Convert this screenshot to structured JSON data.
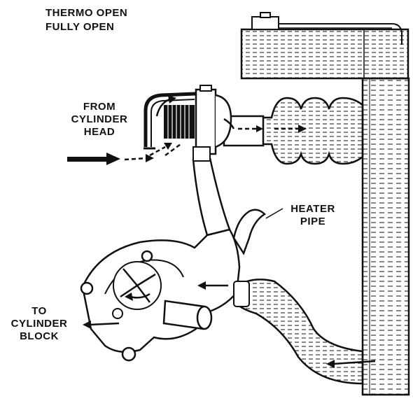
{
  "diagram": {
    "title_lines": [
      "THERMO OPEN",
      "FULLY OPEN"
    ],
    "labels": {
      "from_cylinder_head": [
        "FROM",
        "CYLINDER",
        "HEAD"
      ],
      "heater_pipe": [
        "HEATER",
        "PIPE"
      ],
      "to_cylinder_block": [
        "TO",
        "CYLINDER",
        "BLOCK"
      ]
    },
    "colors": {
      "ink": "#111111",
      "paper": "#ffffff"
    }
  }
}
